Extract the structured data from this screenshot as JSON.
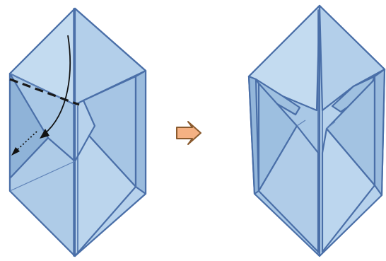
{
  "figure": {
    "step_before": {
      "name": "origami-model-before-fold",
      "fold_line": "valley-fold-dashed-line",
      "direction_arrow": "curved-fold-arrow"
    },
    "step_after": {
      "name": "origami-model-after-fold"
    },
    "transition_arrow": {
      "icon": "right-arrow-icon"
    }
  },
  "colors": {
    "paper_light": "#b9d3ea",
    "paper_mid": "#9fc0e0",
    "paper_dark": "#7fa6cf",
    "paper_shadow": "#6f96c2",
    "edge": "#4a6fa8",
    "fold_line": "#1a1a1a",
    "arrow_fill": "#f4b183",
    "arrow_stroke": "#8a5a2e"
  }
}
